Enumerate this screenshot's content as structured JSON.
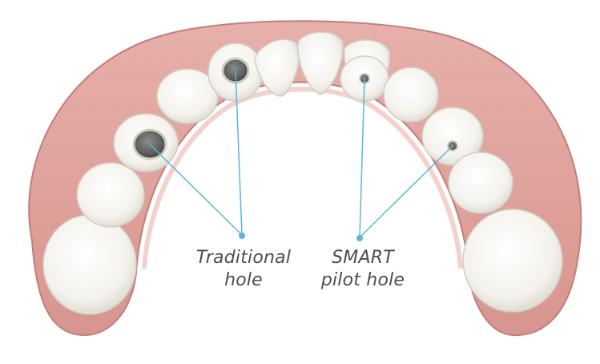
{
  "callouts": {
    "traditional": {
      "line1": "Traditional",
      "line2": "hole"
    },
    "smart": {
      "line1": "SMART",
      "line2": "pilot hole"
    }
  },
  "colors": {
    "gum": "#e3a8a3",
    "gum_edge": "#c98580",
    "gum_inner": "#f0c3bd",
    "tooth": "#f7f6f2",
    "tooth_shadow": "#d9d6cf",
    "hole": "#6a6a68",
    "leader_line": "#5eb4dc",
    "label_text": "#4d4d4f"
  },
  "icons": {
    "diagram": "dental-arch-illustration"
  }
}
